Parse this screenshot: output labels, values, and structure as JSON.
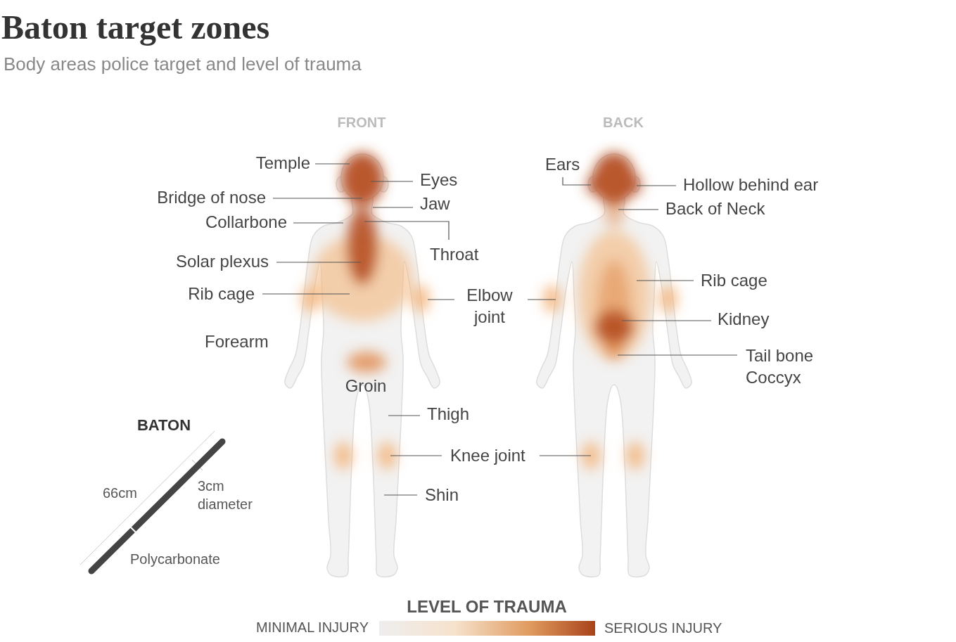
{
  "diagram": {
    "title": "Baton target zones",
    "labels": [
      "Body areas police target and level of trauma",
      "FRONT",
      "BACK",
      "Temple",
      "Eyes",
      "Ears",
      "Hollow behind ear",
      "Bridge of nose",
      "Jaw",
      "Back of Neck",
      "Collarbone",
      "Throat",
      "Solar plexus",
      "Rib cage",
      "Rib cage",
      "Elbow joint",
      "Kidney",
      "Forearm",
      "Tail bone Coccyx",
      "Groin",
      "Thigh",
      "Knee joint",
      "Shin",
      "BATON",
      "66cm",
      "3cm diameter",
      "Polycarbonate",
      "LEVEL OF TRAUMA",
      "MINIMAL INJURY",
      "SERIOUS INJURY"
    ]
  }
}
